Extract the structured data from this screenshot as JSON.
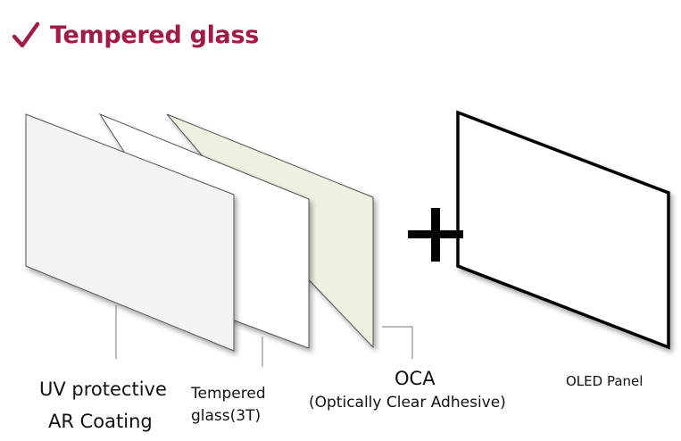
{
  "header": {
    "title": "Tempered glass",
    "check_icon": "check-icon",
    "title_color": "#a01c45"
  },
  "layers": [
    {
      "name": "uv-ar-coating",
      "label_lines": [
        "UV protective",
        "AR Coating"
      ],
      "fill": "#f3f3f3"
    },
    {
      "name": "tempered-glass",
      "label_lines": [
        "Tempered",
        "glass(3T)"
      ],
      "fill": "#ffffff"
    },
    {
      "name": "oca",
      "label_line1": "OCA",
      "label_line2": "(Optically Clear Adhesive)",
      "fill": "#eef1e0"
    }
  ],
  "plus_symbol": "+",
  "oled": {
    "label": "OLED Panel",
    "fill": "#ffffff"
  }
}
